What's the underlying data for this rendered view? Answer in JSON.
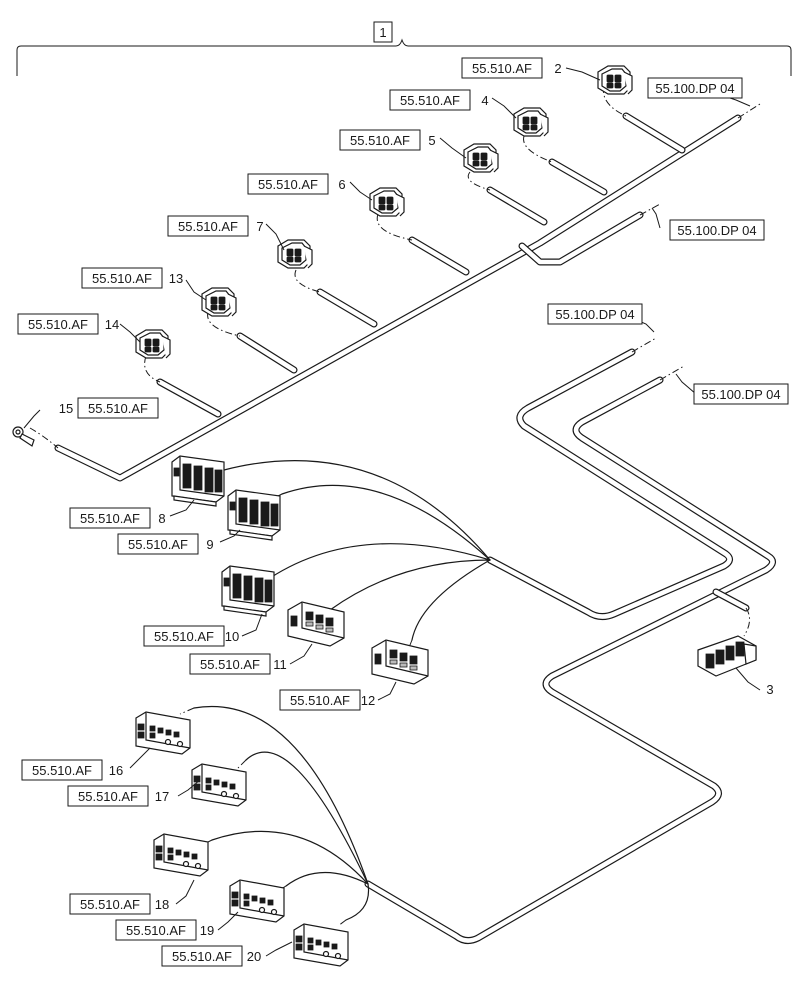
{
  "assembly": {
    "item": "1"
  },
  "items": [
    {
      "num": "2",
      "ref": "55.510.AF"
    },
    {
      "num": "4",
      "ref": "55.510.AF"
    },
    {
      "num": "5",
      "ref": "55.510.AF"
    },
    {
      "num": "6",
      "ref": "55.510.AF"
    },
    {
      "num": "7",
      "ref": "55.510.AF"
    },
    {
      "num": "13",
      "ref": "55.510.AF"
    },
    {
      "num": "14",
      "ref": "55.510.AF"
    },
    {
      "num": "15",
      "ref": "55.510.AF"
    },
    {
      "num": "8",
      "ref": "55.510.AF"
    },
    {
      "num": "9",
      "ref": "55.510.AF"
    },
    {
      "num": "10",
      "ref": "55.510.AF"
    },
    {
      "num": "11",
      "ref": "55.510.AF"
    },
    {
      "num": "12",
      "ref": "55.510.AF"
    },
    {
      "num": "16",
      "ref": "55.510.AF"
    },
    {
      "num": "17",
      "ref": "55.510.AF"
    },
    {
      "num": "18",
      "ref": "55.510.AF"
    },
    {
      "num": "19",
      "ref": "55.510.AF"
    },
    {
      "num": "20",
      "ref": "55.510.AF"
    },
    {
      "num": "3",
      "ref": ""
    }
  ],
  "crossrefs": [
    "55.100.DP 04",
    "55.100.DP 04",
    "55.100.DP 04",
    "55.100.DP 04"
  ]
}
